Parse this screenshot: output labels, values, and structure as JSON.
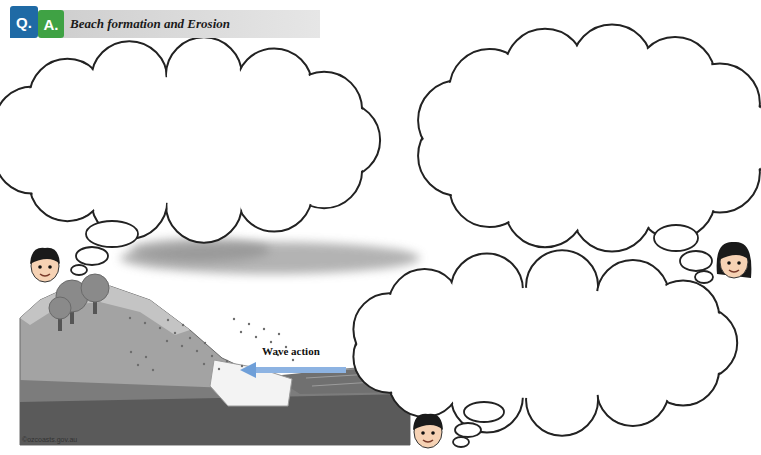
{
  "diagram": {
    "title": "Beach formation and Erosion",
    "nodes": [
      {
        "text": [
          "Q."
        ]
      },
      {
        "text": [
          "A."
        ]
      }
    ],
    "labels": [
      "Wave action",
      "©ozcoasts.gov.au"
    ]
  }
}
